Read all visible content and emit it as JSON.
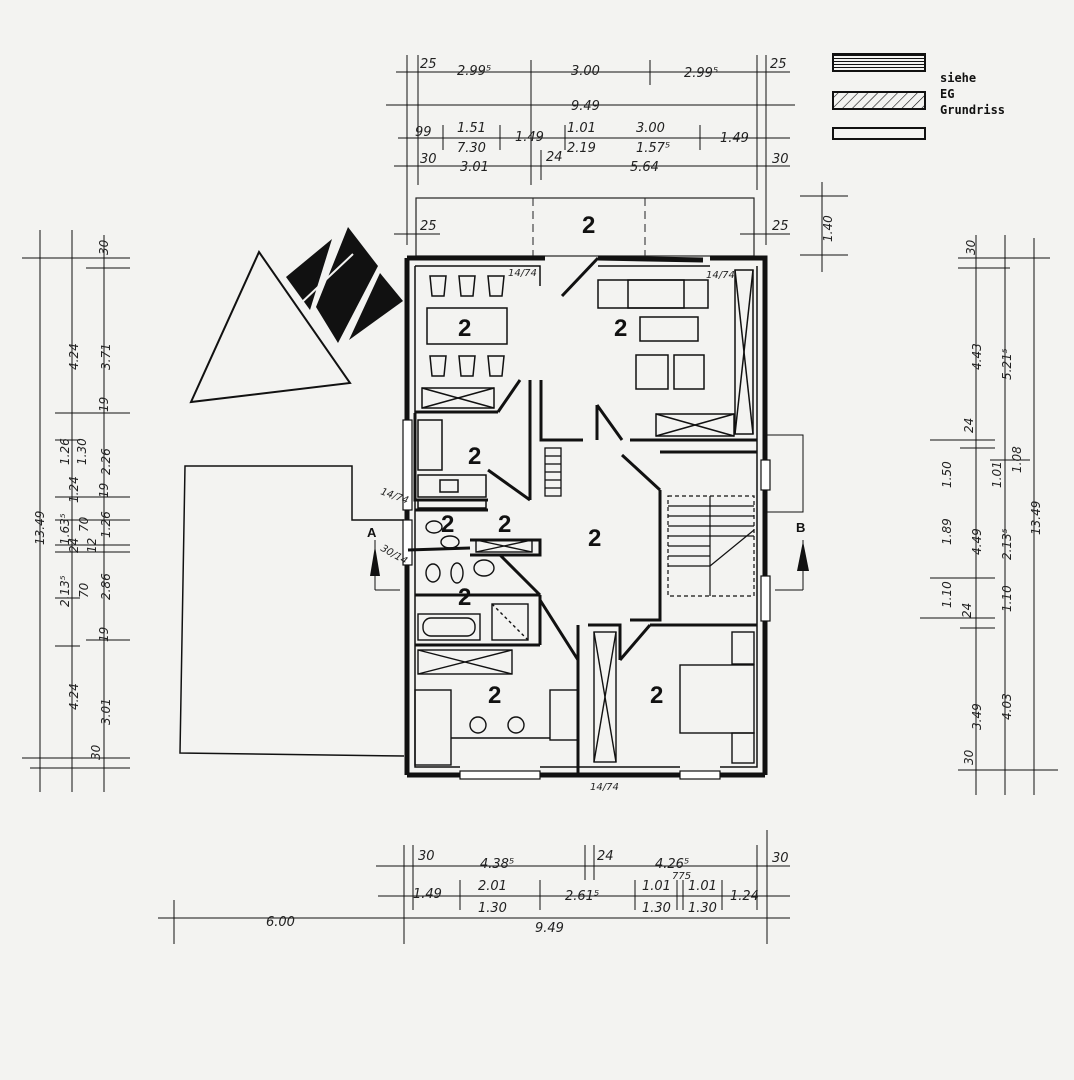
{
  "legend": {
    "text_lines": [
      "siehe",
      "EG",
      "Grundriss"
    ]
  },
  "rooms": [
    {
      "id": "dining",
      "label": "2"
    },
    {
      "id": "living",
      "label": "2"
    },
    {
      "id": "balcony",
      "label": "2"
    },
    {
      "id": "kitchen",
      "label": "2"
    },
    {
      "id": "wc",
      "label": "2"
    },
    {
      "id": "utility",
      "label": "2"
    },
    {
      "id": "hall",
      "label": "2"
    },
    {
      "id": "bath",
      "label": "2"
    },
    {
      "id": "child",
      "label": "2"
    },
    {
      "id": "bedroom",
      "label": "2"
    }
  ],
  "sections": {
    "a": "A",
    "b": "B"
  },
  "wall_notes": {
    "n1": "14/74",
    "n2": "14/74",
    "n3": "14/74",
    "n4": "30/14",
    "n5": "14/74"
  },
  "top_dims": {
    "row1": [
      "25",
      "2.99⁵",
      "3.00",
      "2.99⁵",
      "25"
    ],
    "row2": [
      "9.49"
    ],
    "row3": [
      "99",
      "1.51",
      "7.30",
      "1.49",
      "1.01",
      "2.19",
      "3.00",
      "1.57⁵",
      "1.49"
    ],
    "row4": [
      "30",
      "3.01",
      "24",
      "5.64",
      "30"
    ],
    "row5": [
      "25",
      "25",
      "1.40"
    ]
  },
  "bottom_dims": {
    "row1": [
      "30",
      "4.38⁵",
      "24",
      "4.26⁵",
      "30"
    ],
    "row2": [
      "1.49",
      "2.01",
      "1.30",
      "2.61⁵",
      "1.01",
      "1.30",
      "775",
      "1.01",
      "1.30",
      "1.24"
    ],
    "row3": [
      "6.00",
      "9.49"
    ]
  },
  "left_dims": [
    "13.49",
    "4.24",
    "3.71",
    "30",
    "1.26",
    "1.30",
    "2.26",
    "19",
    "1.24",
    "19",
    "1.26",
    "1.63⁵",
    "70",
    "24",
    "12",
    "2.13⁵",
    "70",
    "2.86",
    "19",
    "4.24",
    "3.01",
    "30"
  ],
  "right_dims": [
    "30",
    "4.43",
    "5.21⁵",
    "24",
    "1.50",
    "1.01",
    "1.08",
    "1.89",
    "4.49",
    "2.13⁵",
    "13.49",
    "1.10",
    "24",
    "1.10",
    "3.49",
    "4.03",
    "30"
  ]
}
